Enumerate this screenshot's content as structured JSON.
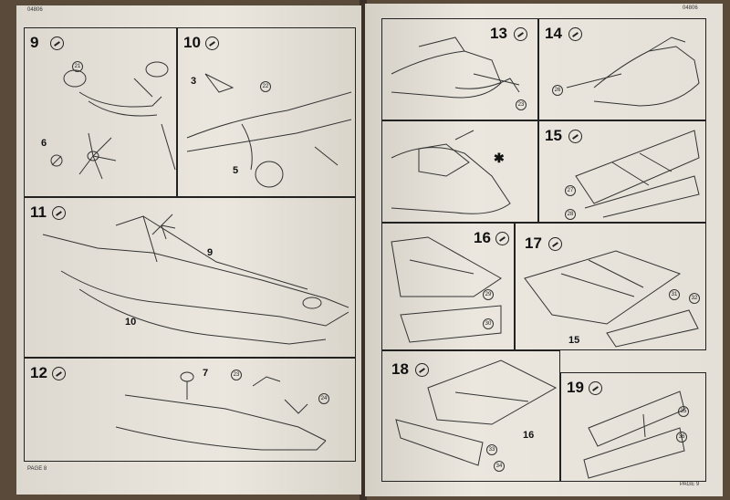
{
  "header": {
    "left_code": "04806",
    "right_code": "04806"
  },
  "footer": {
    "left_page": "PAGE 8",
    "right_page": "PAGE 9"
  },
  "steps": {
    "s9": {
      "num": "9",
      "callouts": [
        "6"
      ],
      "parts": [
        "21"
      ]
    },
    "s10": {
      "num": "10",
      "callouts": [
        "3",
        "5"
      ],
      "parts": [
        "22"
      ]
    },
    "s11": {
      "num": "11",
      "callouts": [
        "9",
        "10"
      ]
    },
    "s12": {
      "num": "12",
      "callouts": [
        "7"
      ],
      "parts": [
        "23",
        "24"
      ]
    },
    "s13": {
      "num": "13",
      "parts": [
        "23"
      ]
    },
    "s14": {
      "num": "14",
      "parts": [
        "26"
      ]
    },
    "s15": {
      "num": "15",
      "parts": [
        "27",
        "28"
      ]
    },
    "s16": {
      "num": "16",
      "parts": [
        "29",
        "30"
      ]
    },
    "s17": {
      "num": "17",
      "callouts": [
        "15"
      ],
      "parts": [
        "31",
        "32"
      ]
    },
    "s18": {
      "num": "18",
      "callouts": [
        "16"
      ],
      "parts": [
        "33",
        "34"
      ]
    },
    "s19": {
      "num": "19",
      "parts": [
        "35",
        "36"
      ]
    }
  },
  "icons": {
    "glue": "glue-icon",
    "cement_tube": "cement-icon",
    "no_glue": "no-glue-icon",
    "asterisk": "asterisk-icon"
  }
}
